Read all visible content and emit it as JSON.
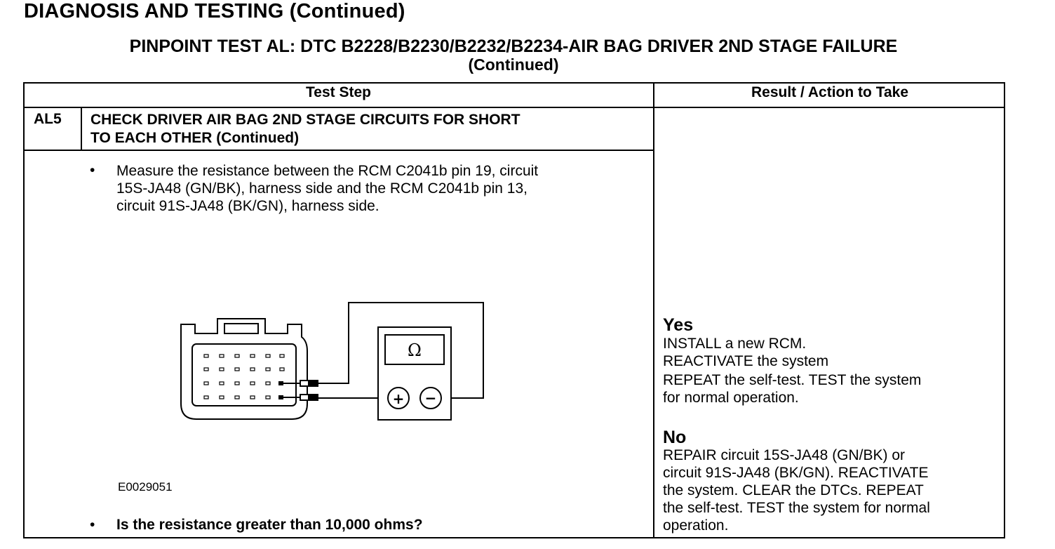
{
  "page": {
    "title": "DIAGNOSIS AND TESTING (Continued)",
    "test_title": "PINPOINT TEST  AL: DTC B2228/B2230/B2232/B2234-AIR BAG DRIVER 2ND STAGE FAILURE",
    "test_title_cont": "(Continued)"
  },
  "table": {
    "col_test_step": "Test Step",
    "col_result": "Result / Action to Take",
    "step_id": "AL5",
    "step_title_lines": [
      "CHECK DRIVER AIR BAG 2ND STAGE CIRCUITS FOR SHORT",
      "TO EACH OTHER (Continued)"
    ],
    "bullet": "•",
    "instruction_lines": [
      "Measure the resistance between the RCM C2041b pin 19, circuit",
      "15S-JA48 (GN/BK), harness side and the RCM C2041b pin 13,",
      "circuit 91S-JA48 (BK/GN), harness side."
    ],
    "figure_id": "E0029051",
    "meter_symbol": "Ω",
    "meter_plus": "+",
    "meter_minus": "−",
    "question": "Is the resistance greater than 10,000 ohms?",
    "yes_label": "Yes",
    "yes_lines": [
      "INSTALL a new RCM.",
      "REACTIVATE the system",
      "REPEAT the self-test. TEST the system",
      "for normal operation."
    ],
    "no_label": "No",
    "no_lines": [
      "REPAIR circuit 15S-JA48 (GN/BK) or",
      "circuit 91S-JA48 (BK/GN). REACTIVATE",
      "the system. CLEAR the DTCs. REPEAT",
      "the self-test. TEST the system for normal",
      "operation."
    ]
  }
}
